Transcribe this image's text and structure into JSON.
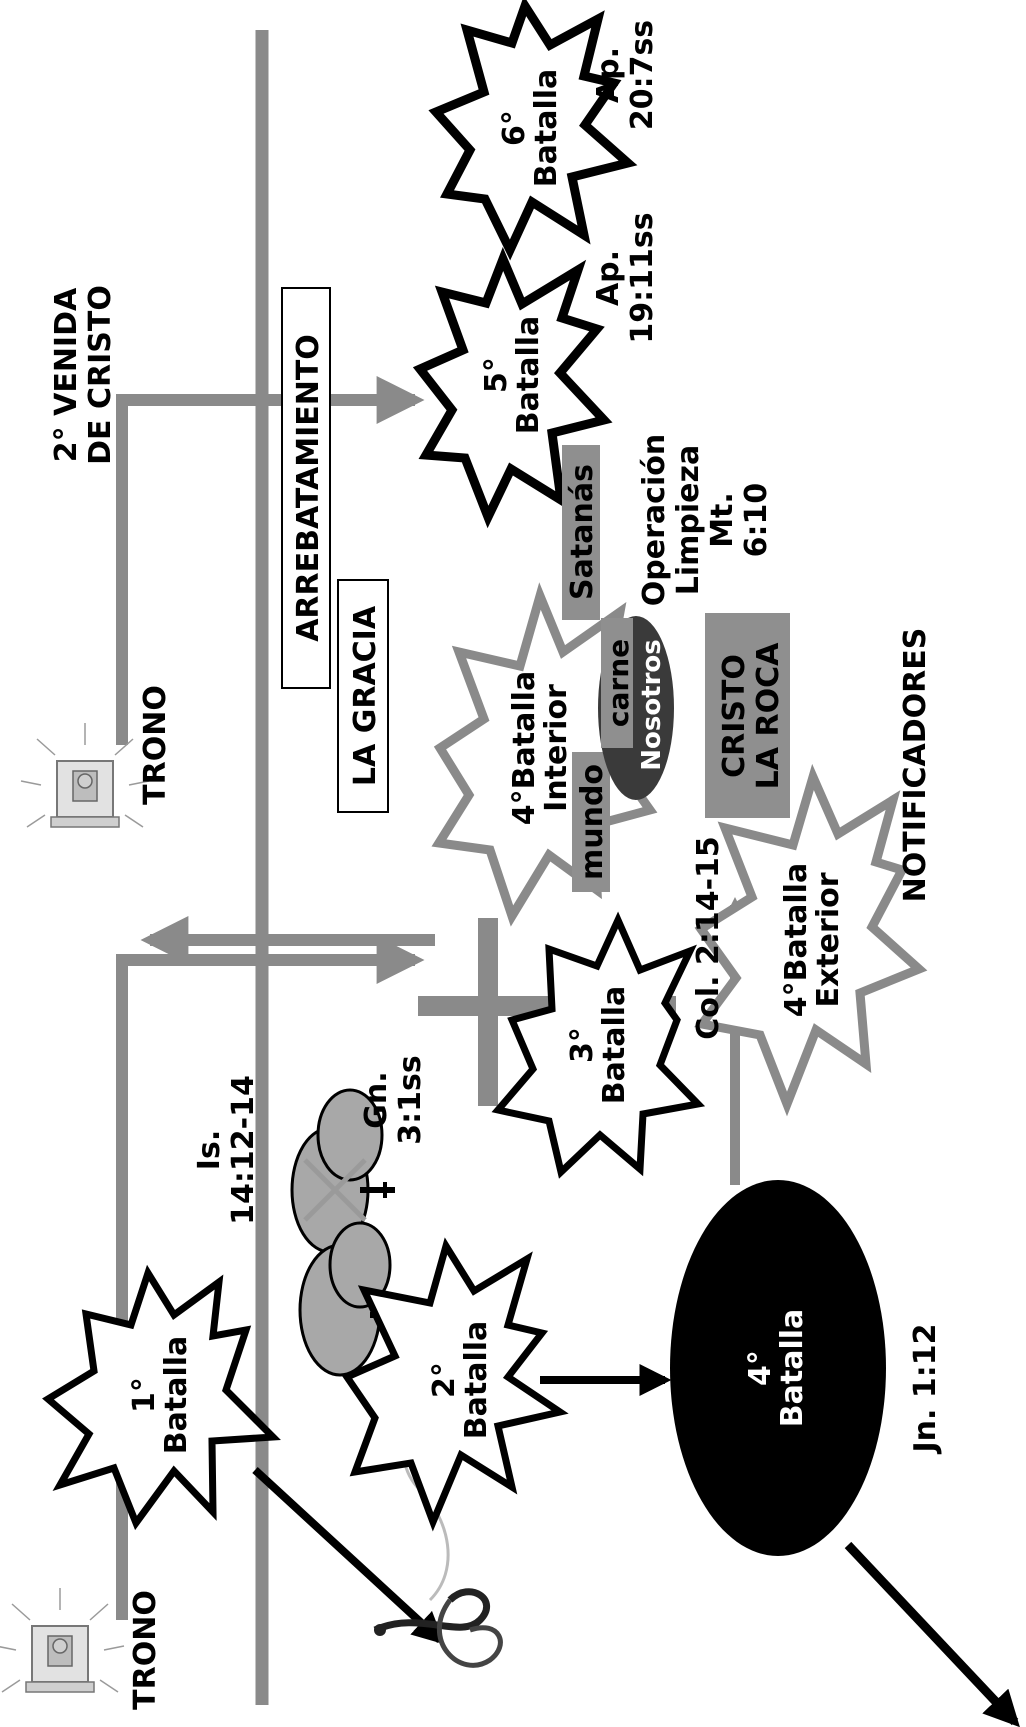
{
  "labels": {
    "second_coming": [
      "2° VENIDA",
      "DE CRISTO"
    ],
    "rapture": "ARREBATAMIENTO",
    "grace": "LA GRACIA",
    "throne_top": "TRONO",
    "throne_bottom": "TRONO",
    "is_ref": [
      "Is.",
      "14:12-14"
    ],
    "gn_ref": [
      "Gn.",
      "3:1ss"
    ],
    "col_ref": "Col. 2:14-15",
    "jn_ref": "Jn. 1:12",
    "ap19_ref": [
      "Ap.",
      "19:11ss"
    ],
    "ap20_ref": [
      "Ap.",
      "20:7ss"
    ],
    "cleanup": [
      "Operación",
      "Limpieza",
      "Mt.",
      "6:10"
    ],
    "notifiers": "NOTIFICADORES",
    "satan": "Satanás",
    "world": "mundo",
    "flesh": "carne",
    "us": "Nosotros",
    "christ": [
      "CRISTO",
      "LA ROCA"
    ]
  },
  "battles": {
    "b1": [
      "1°",
      "Batalla"
    ],
    "b2": [
      "2°",
      "Batalla"
    ],
    "b3": [
      "3°",
      "Batalla"
    ],
    "b4": [
      "4°",
      "Batalla"
    ],
    "b4_interior": [
      "4°Batalla",
      "Interior"
    ],
    "b4_exterior": [
      "4°Batalla",
      "Exterior"
    ],
    "b5": [
      "5°",
      "Batalla"
    ],
    "b6": [
      "6°",
      "Batalla"
    ]
  },
  "colors": {
    "gray_line": "#8a8a8a",
    "black": "#000000",
    "dark_oval": "#3a3a3a",
    "gray_box": "#8f8f8f",
    "tree": "#a8a8a8"
  }
}
